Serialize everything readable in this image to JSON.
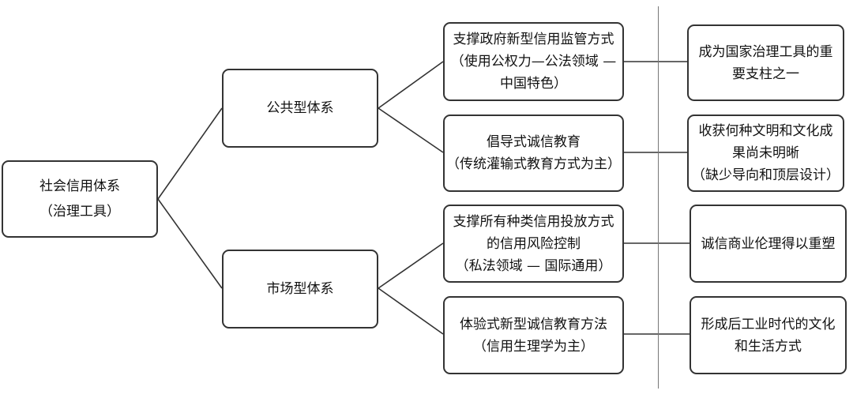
{
  "root": {
    "lines": [
      "社会信用体系",
      "（治理工具）"
    ]
  },
  "branches": [
    {
      "label": "公共型体系"
    },
    {
      "label": "市场型体系"
    }
  ],
  "items": [
    {
      "lines": [
        "支撑政府新型信用监管方式",
        "（使用公权力—公法领域 —",
        "中国特色）"
      ]
    },
    {
      "lines": [
        "倡导式诚信教育",
        "（传统灌输式教育方式为主）"
      ]
    },
    {
      "lines": [
        "支撑所有种类信用投放方式",
        "的信用风险控制",
        "（私法领域 — 国际通用）"
      ]
    },
    {
      "lines": [
        "体验式新型诚信教育方法",
        "（信用生理学为主）"
      ]
    }
  ],
  "outcomes": [
    {
      "lines": [
        "成为国家治理工具的重",
        "要支柱之一"
      ]
    },
    {
      "lines": [
        "收获何种文明和文化成",
        "果尚未明晰",
        "（缺少导向和顶层设计）"
      ]
    },
    {
      "lines": [
        "诚信商业伦理得以重塑"
      ]
    },
    {
      "lines": [
        "形成后工业时代的文化",
        "和生活方式"
      ]
    }
  ]
}
